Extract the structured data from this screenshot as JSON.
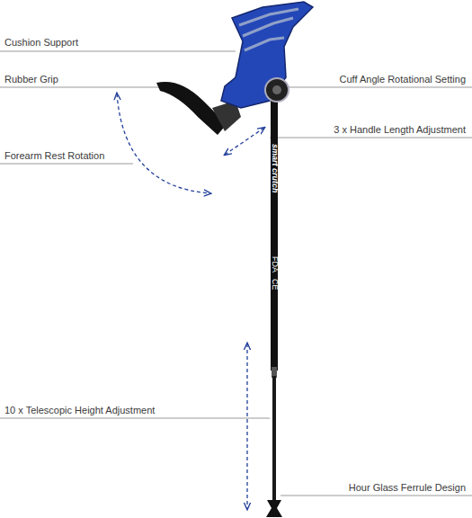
{
  "diagram": {
    "labels": [
      "Cushion Support",
      "Rubber Grip",
      "Forearm Rest Rotation",
      "Cuff Angle Rotational Setting",
      "3 x Handle Length Adjustment",
      "10 x Telescopic Height Adjustment",
      "Hour Glass Ferrule Design",
      "smart crutch",
      "FDA",
      "CE"
    ]
  }
}
